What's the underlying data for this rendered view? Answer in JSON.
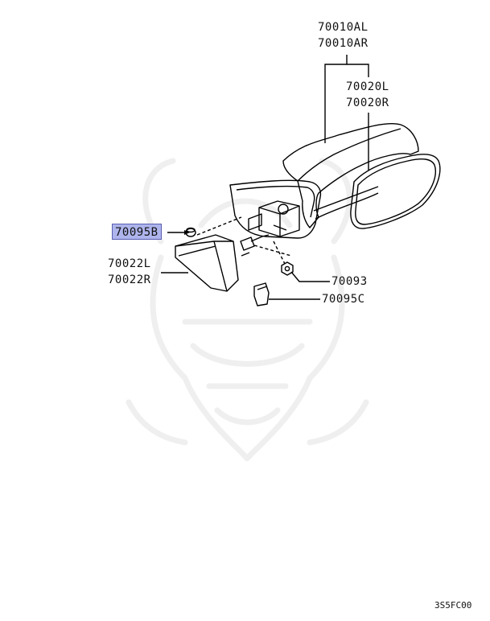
{
  "diagram": {
    "parts": {
      "p70010AL": "70010AL",
      "p70010AR": "70010AR",
      "p70020L": "70020L",
      "p70020R": "70020R",
      "p70095B": "70095B",
      "p70022L": "70022L",
      "p70022R": "70022R",
      "p70093": "70093",
      "p70095C": "70095C"
    },
    "highlighted_part": "70095B",
    "highlight_color": "#aeb4ec",
    "figure_code": "3S5FC00"
  }
}
